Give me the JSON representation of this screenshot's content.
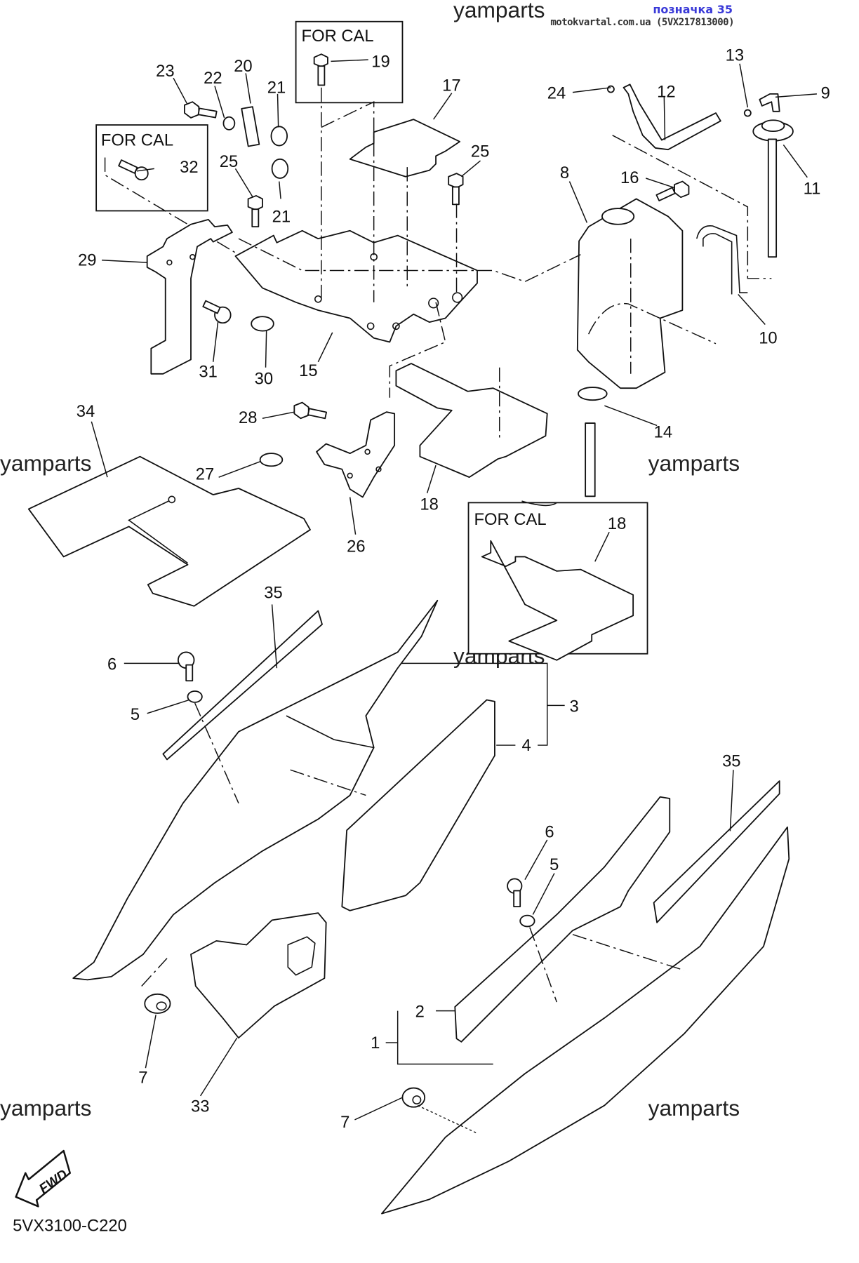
{
  "header": {
    "reference_label": "позначка 35",
    "site_label": "motokvartal.com.ua (5VX217813000)",
    "reference_color": "#3a3ad8"
  },
  "diagram": {
    "title_code": "5VX3100-C220",
    "fwd_label": "FWD",
    "watermark": "yamparts",
    "variant_boxes": [
      {
        "id": "box-19",
        "label": "FOR CAL",
        "part": "19"
      },
      {
        "id": "box-32",
        "label": "FOR CAL",
        "part": "32"
      },
      {
        "id": "box-18",
        "label": "FOR CAL",
        "part": "18"
      }
    ],
    "callouts": [
      {
        "n": "1"
      },
      {
        "n": "2"
      },
      {
        "n": "3"
      },
      {
        "n": "4"
      },
      {
        "n": "5"
      },
      {
        "n": "5"
      },
      {
        "n": "6"
      },
      {
        "n": "6"
      },
      {
        "n": "7"
      },
      {
        "n": "7"
      },
      {
        "n": "8"
      },
      {
        "n": "9"
      },
      {
        "n": "10"
      },
      {
        "n": "11"
      },
      {
        "n": "12"
      },
      {
        "n": "13"
      },
      {
        "n": "14"
      },
      {
        "n": "15"
      },
      {
        "n": "16"
      },
      {
        "n": "17"
      },
      {
        "n": "18"
      },
      {
        "n": "19"
      },
      {
        "n": "20"
      },
      {
        "n": "21"
      },
      {
        "n": "21"
      },
      {
        "n": "22"
      },
      {
        "n": "23"
      },
      {
        "n": "24"
      },
      {
        "n": "25"
      },
      {
        "n": "25"
      },
      {
        "n": "26"
      },
      {
        "n": "27"
      },
      {
        "n": "28"
      },
      {
        "n": "29"
      },
      {
        "n": "30"
      },
      {
        "n": "31"
      },
      {
        "n": "32"
      },
      {
        "n": "33"
      },
      {
        "n": "34"
      },
      {
        "n": "35"
      },
      {
        "n": "35"
      }
    ]
  }
}
